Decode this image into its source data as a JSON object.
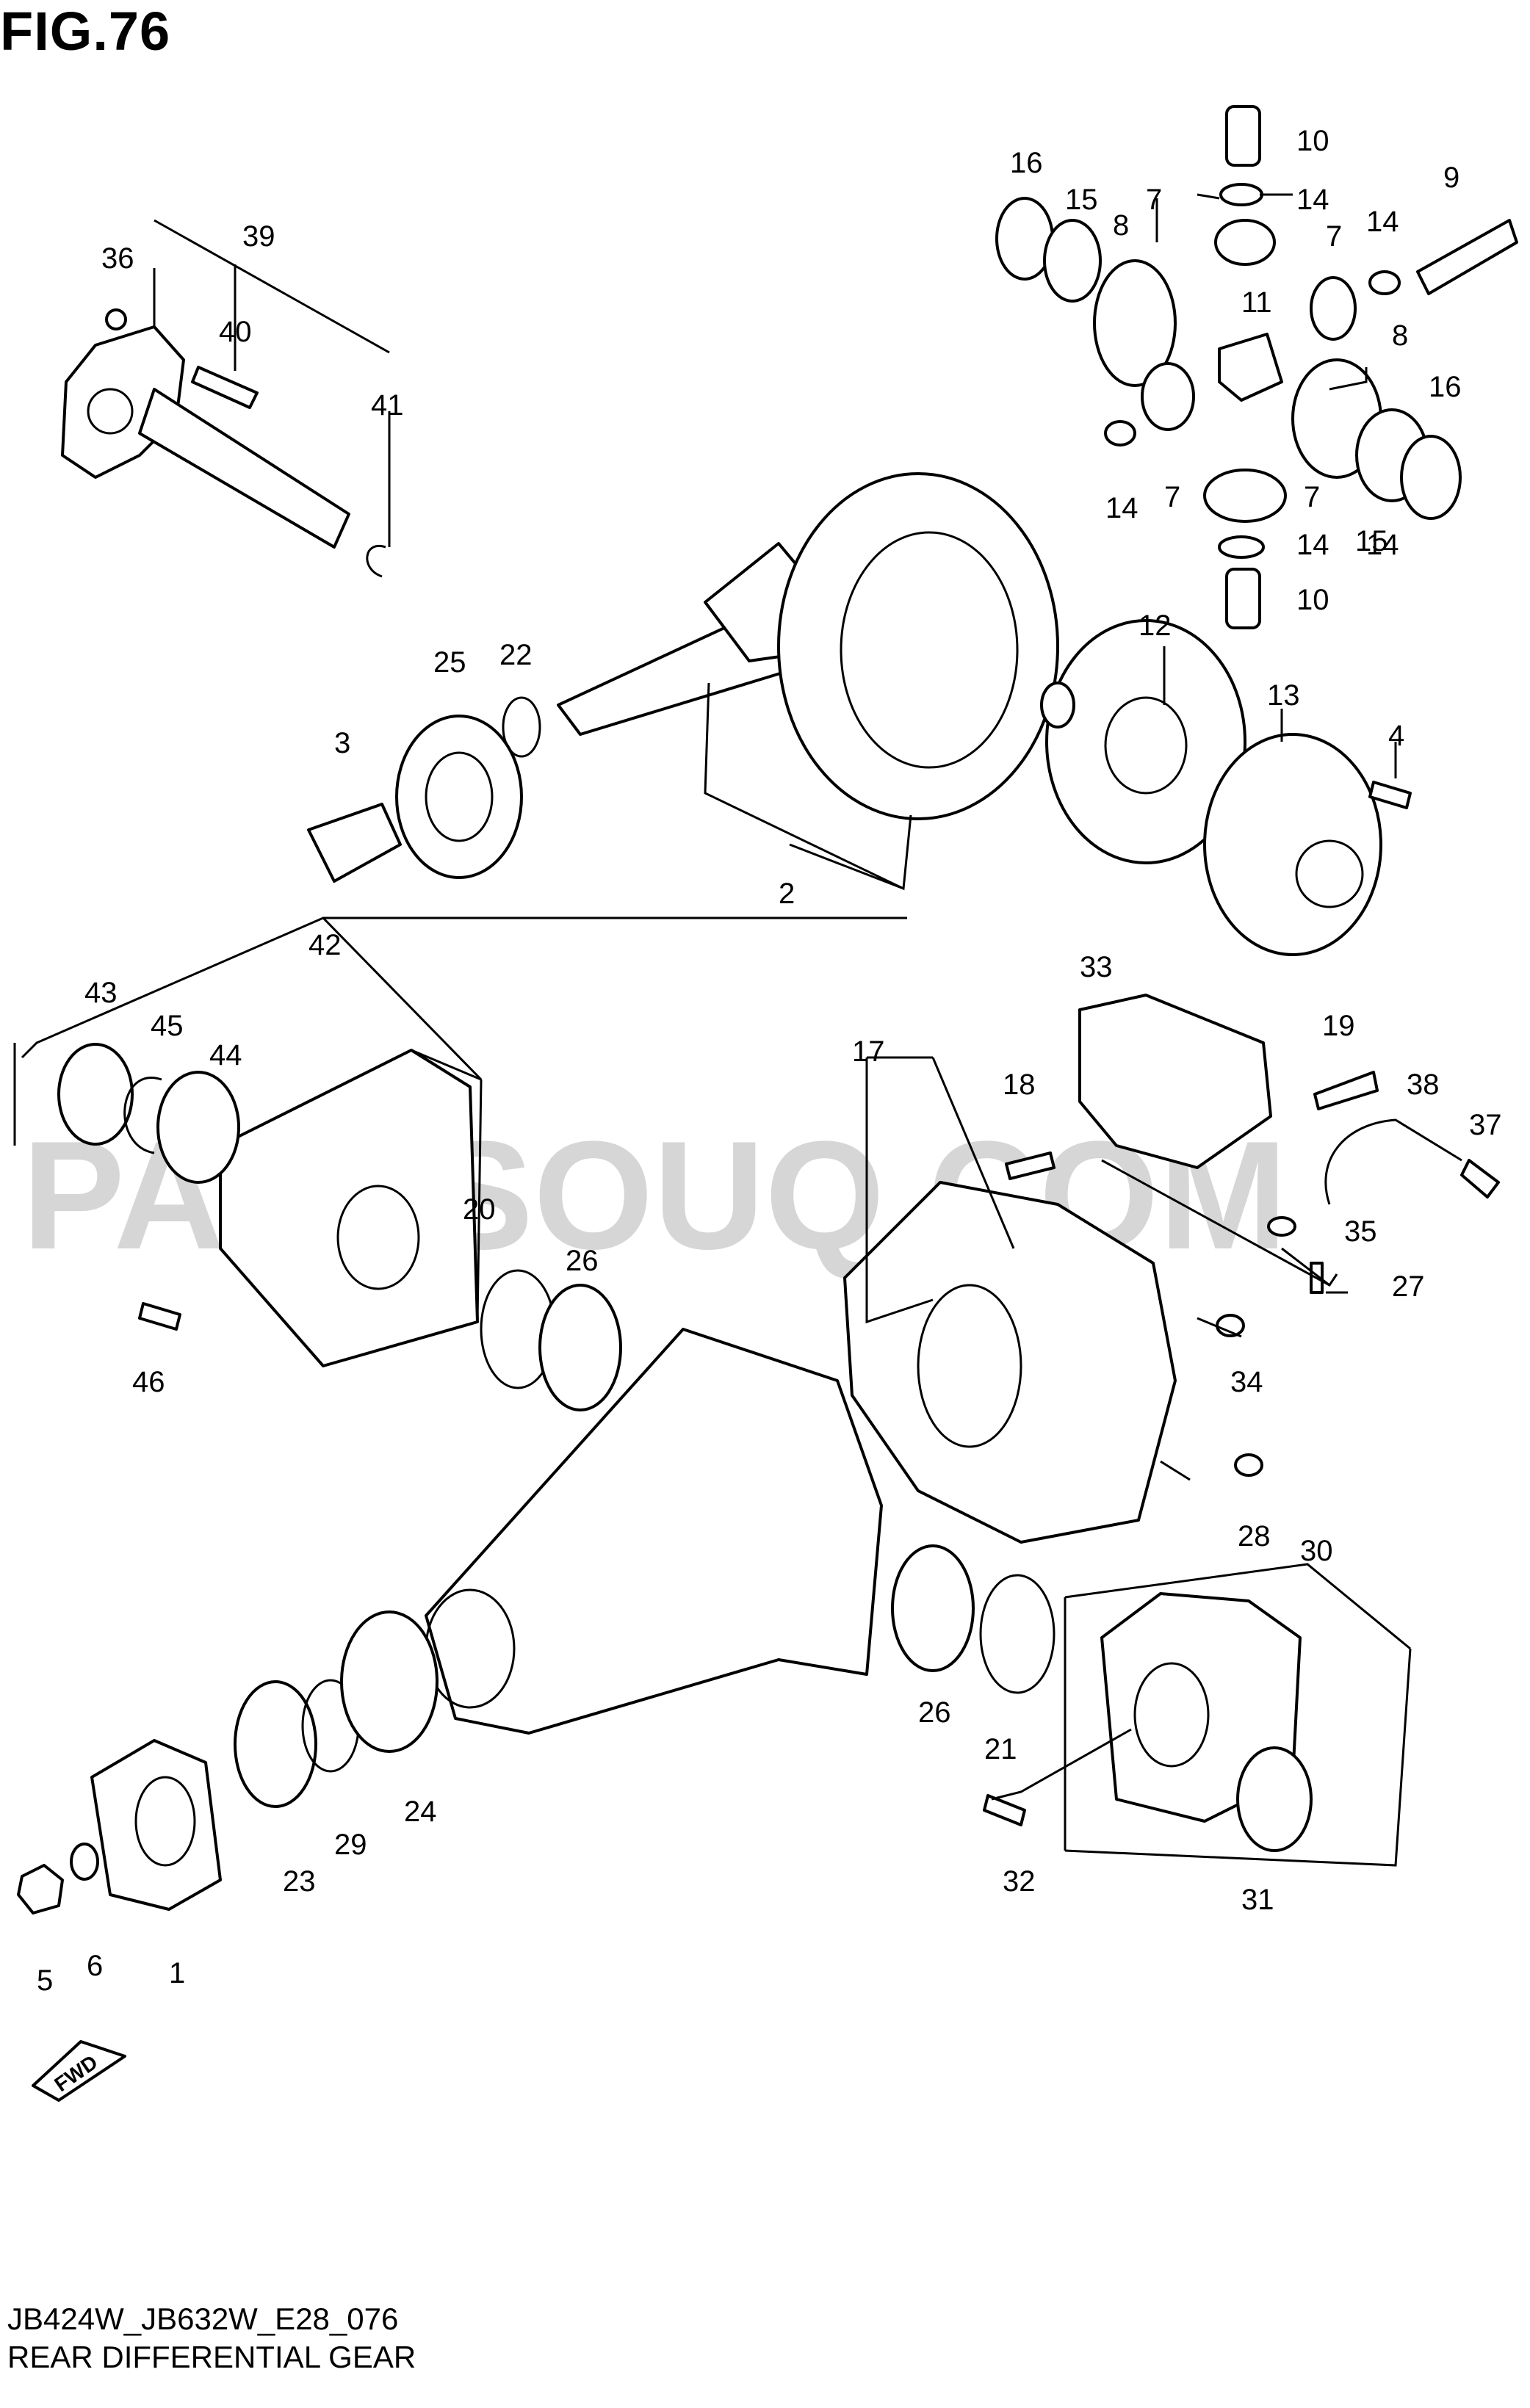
{
  "figure": {
    "title": "FIG.76",
    "code": "JB424W_JB632W_E28_076",
    "name": "REAR DIFFERENTIAL GEAR",
    "watermark": "PARTSOUQ.COM",
    "fwd_label": "FWD"
  },
  "callouts": [
    "1",
    "2",
    "3",
    "4",
    "5",
    "6",
    "7",
    "7",
    "7",
    "7",
    "8",
    "8",
    "9",
    "10",
    "10",
    "11",
    "12",
    "13",
    "14",
    "14",
    "14",
    "14",
    "14",
    "15",
    "15",
    "16",
    "16",
    "17",
    "18",
    "19",
    "20",
    "21",
    "22",
    "23",
    "24",
    "25",
    "26",
    "26",
    "27",
    "28",
    "29",
    "30",
    "31",
    "32",
    "33",
    "34",
    "35",
    "36",
    "37",
    "38",
    "39",
    "40",
    "41",
    "42",
    "43",
    "44",
    "45",
    "46"
  ]
}
